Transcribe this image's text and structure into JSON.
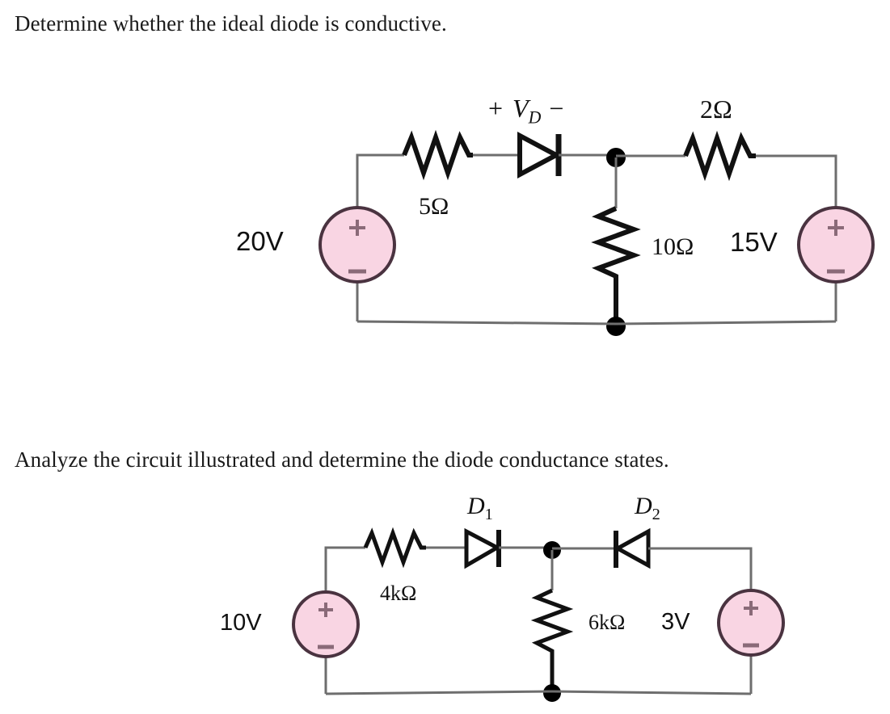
{
  "document": {
    "title": "Ideal diode circuit analysis worksheet",
    "background_color": "#ffffff",
    "text_color": "#1a1a1a"
  },
  "problems": [
    {
      "id": "problem-1",
      "prompt": "Determine whether the ideal diode is conductive.",
      "circuit": {
        "id": "circuit-1",
        "source_left": {
          "label": "20V",
          "plus": "+",
          "minus": "–"
        },
        "source_right": {
          "label": "15V",
          "plus": "+",
          "minus": "–"
        },
        "resistor_series": {
          "label": "5Ω"
        },
        "resistor_shunt": {
          "label": "10Ω"
        },
        "resistor_right": {
          "label": "2Ω"
        },
        "diode": {
          "label_plus": "+",
          "label_var": "V",
          "label_sub": "D",
          "label_minus": "−",
          "direction": "right"
        }
      }
    },
    {
      "id": "problem-2",
      "prompt": "Analyze the circuit illustrated and determine the diode conductance states.",
      "circuit": {
        "id": "circuit-2",
        "source_left": {
          "label": "10V",
          "plus": "+",
          "minus": "–"
        },
        "source_right": {
          "label": "3V",
          "plus": "+",
          "minus": "–"
        },
        "resistor_series": {
          "label": "4kΩ"
        },
        "resistor_shunt": {
          "label": "6kΩ"
        },
        "diode_1": {
          "label": "D",
          "sub": "1",
          "direction": "right"
        },
        "diode_2": {
          "label": "D",
          "sub": "2",
          "direction": "left"
        }
      }
    }
  ],
  "colors": {
    "source_fill": "#f9d5e3",
    "source_stroke": "#4a3340",
    "wire": "#6e6e6e",
    "component": "#111111",
    "node": "#000000"
  }
}
